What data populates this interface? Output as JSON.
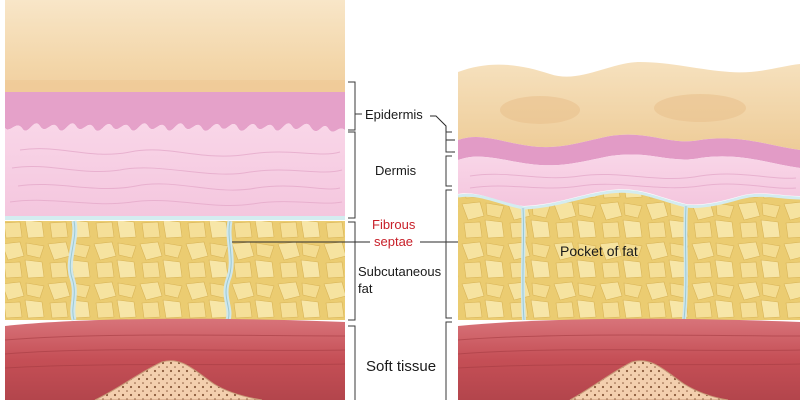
{
  "labels": {
    "epidermis": "Epidermis",
    "dermis": "Dermis",
    "fibrous_line1": "Fibrous",
    "fibrous_line2": "septae",
    "subcutaneous_line1": "Subcutaneous",
    "subcutaneous_line2": "fat",
    "soft_tissue": "Soft tissue",
    "pocket_of_fat": "Pocket of fat"
  },
  "colors": {
    "skin_surface": "#f4dcb6",
    "epidermis_pink": "#e29bc6",
    "dermis_pink": "#f6cde3",
    "fat_yellow": "#eed27a",
    "fat_highlight": "#f8e9ad",
    "septae": "#cfe6ea",
    "muscle_red": "#c9575c",
    "bone_tan": "#f1c9a6",
    "accent_red": "#c8202a"
  }
}
